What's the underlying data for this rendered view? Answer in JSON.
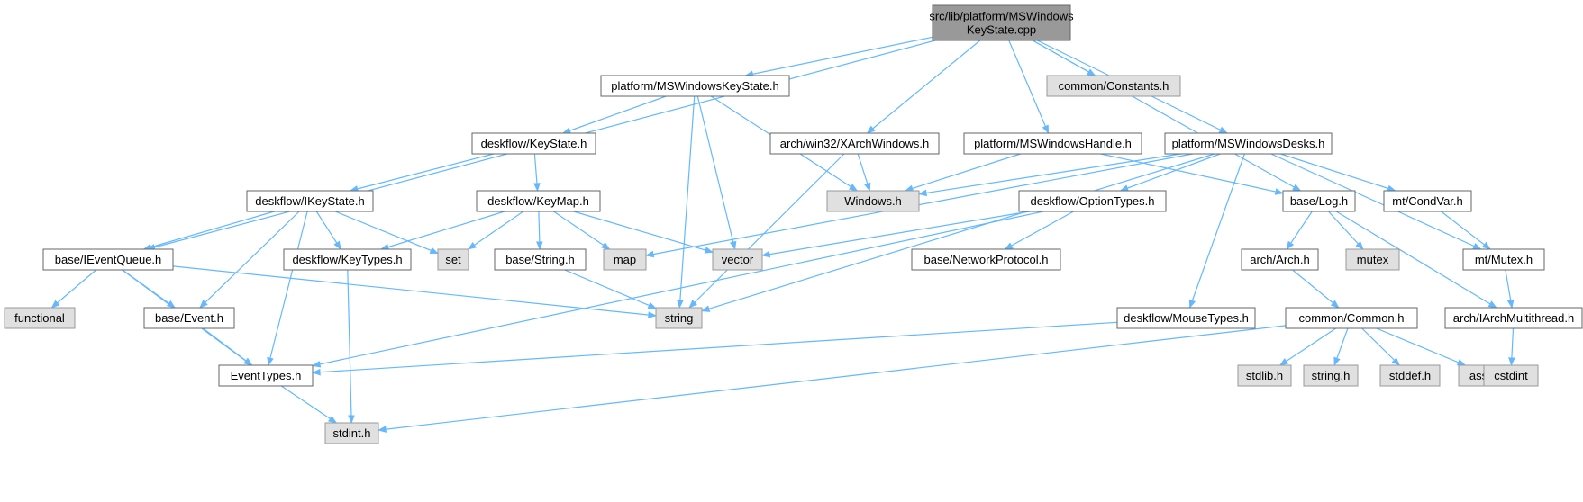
{
  "colors": {
    "root_fill": "#999999",
    "root_stroke": "#666666",
    "doc_fill": "#ffffff",
    "doc_stroke": "#666666",
    "sys_fill": "#e0e0e0",
    "sys_stroke": "#999999",
    "edge": "#63b8ff"
  },
  "nodes": {
    "root": {
      "lines": [
        "src/lib/platform/MSWindows",
        "KeyState.cpp"
      ],
      "kind": "root"
    },
    "ms_keystate_h": {
      "lines": [
        "platform/MSWindowsKeyState.h"
      ],
      "kind": "doc"
    },
    "constants_h": {
      "lines": [
        "common/Constants.h"
      ],
      "kind": "sys"
    },
    "keystate_h": {
      "lines": [
        "deskflow/KeyState.h"
      ],
      "kind": "doc"
    },
    "xarch_h": {
      "lines": [
        "arch/win32/XArchWindows.h"
      ],
      "kind": "doc"
    },
    "ms_handle_h": {
      "lines": [
        "platform/MSWindowsHandle.h"
      ],
      "kind": "doc"
    },
    "ms_desks_h": {
      "lines": [
        "platform/MSWindowsDesks.h"
      ],
      "kind": "doc"
    },
    "ikeystate_h": {
      "lines": [
        "deskflow/IKeyState.h"
      ],
      "kind": "doc"
    },
    "keymap_h": {
      "lines": [
        "deskflow/KeyMap.h"
      ],
      "kind": "doc"
    },
    "windows_h": {
      "lines": [
        "Windows.h"
      ],
      "kind": "sys"
    },
    "optiontypes_h": {
      "lines": [
        "deskflow/OptionTypes.h"
      ],
      "kind": "doc"
    },
    "log_h": {
      "lines": [
        "base/Log.h"
      ],
      "kind": "doc"
    },
    "condvar_h": {
      "lines": [
        "mt/CondVar.h"
      ],
      "kind": "doc"
    },
    "ieventqueue_h": {
      "lines": [
        "base/IEventQueue.h"
      ],
      "kind": "doc"
    },
    "keytypes_h": {
      "lines": [
        "deskflow/KeyTypes.h"
      ],
      "kind": "doc"
    },
    "set": {
      "lines": [
        "set"
      ],
      "kind": "sys"
    },
    "string_h_base": {
      "lines": [
        "base/String.h"
      ],
      "kind": "doc"
    },
    "map": {
      "lines": [
        "map"
      ],
      "kind": "sys"
    },
    "vector": {
      "lines": [
        "vector"
      ],
      "kind": "sys"
    },
    "networkprotocol_h": {
      "lines": [
        "base/NetworkProtocol.h"
      ],
      "kind": "doc"
    },
    "arch_h": {
      "lines": [
        "arch/Arch.h"
      ],
      "kind": "doc"
    },
    "mutex_sys": {
      "lines": [
        "mutex"
      ],
      "kind": "sys"
    },
    "mutex_h": {
      "lines": [
        "mt/Mutex.h"
      ],
      "kind": "doc"
    },
    "functional": {
      "lines": [
        "functional"
      ],
      "kind": "sys"
    },
    "event_h": {
      "lines": [
        "base/Event.h"
      ],
      "kind": "doc"
    },
    "string": {
      "lines": [
        "string"
      ],
      "kind": "sys"
    },
    "mousetypes_h": {
      "lines": [
        "deskflow/MouseTypes.h"
      ],
      "kind": "doc"
    },
    "common_h": {
      "lines": [
        "common/Common.h"
      ],
      "kind": "doc"
    },
    "iarchmt_h": {
      "lines": [
        "arch/IArchMultithread.h"
      ],
      "kind": "doc"
    },
    "eventtypes_h": {
      "lines": [
        "EventTypes.h"
      ],
      "kind": "doc"
    },
    "stdlib_h": {
      "lines": [
        "stdlib.h"
      ],
      "kind": "sys"
    },
    "string_c_h": {
      "lines": [
        "string.h"
      ],
      "kind": "sys"
    },
    "stddef_h": {
      "lines": [
        "stddef.h"
      ],
      "kind": "sys"
    },
    "assert_h": {
      "lines": [
        "assert.h"
      ],
      "kind": "sys"
    },
    "cstdint": {
      "lines": [
        "cstdint"
      ],
      "kind": "sys"
    },
    "stdint_h": {
      "lines": [
        "stdint.h"
      ],
      "kind": "sys"
    }
  },
  "edges": [
    [
      "root",
      "ieventqueue_h"
    ],
    [
      "root",
      "ms_keystate_h"
    ],
    [
      "root",
      "xarch_h"
    ],
    [
      "root",
      "ms_handle_h"
    ],
    [
      "root",
      "constants_h"
    ],
    [
      "root",
      "ms_desks_h"
    ],
    [
      "root",
      "log_h"
    ],
    [
      "ms_keystate_h",
      "keystate_h"
    ],
    [
      "ms_keystate_h",
      "windows_h"
    ],
    [
      "ms_keystate_h",
      "vector"
    ],
    [
      "ms_keystate_h",
      "string"
    ],
    [
      "keystate_h",
      "ikeystate_h"
    ],
    [
      "keystate_h",
      "keymap_h"
    ],
    [
      "xarch_h",
      "windows_h"
    ],
    [
      "xarch_h",
      "string"
    ],
    [
      "ms_handle_h",
      "windows_h"
    ],
    [
      "ms_handle_h",
      "log_h"
    ],
    [
      "ms_desks_h",
      "windows_h"
    ],
    [
      "ms_desks_h",
      "optiontypes_h"
    ],
    [
      "ms_desks_h",
      "condvar_h"
    ],
    [
      "ms_desks_h",
      "mutex_h"
    ],
    [
      "ms_desks_h",
      "map"
    ],
    [
      "ms_desks_h",
      "string"
    ],
    [
      "ms_desks_h",
      "mousetypes_h"
    ],
    [
      "ikeystate_h",
      "ieventqueue_h"
    ],
    [
      "ikeystate_h",
      "keytypes_h"
    ],
    [
      "ikeystate_h",
      "set"
    ],
    [
      "ikeystate_h",
      "event_h"
    ],
    [
      "ikeystate_h",
      "eventtypes_h"
    ],
    [
      "keymap_h",
      "keytypes_h"
    ],
    [
      "keymap_h",
      "set"
    ],
    [
      "keymap_h",
      "string_h_base"
    ],
    [
      "keymap_h",
      "map"
    ],
    [
      "keymap_h",
      "vector"
    ],
    [
      "optiontypes_h",
      "vector"
    ],
    [
      "optiontypes_h",
      "networkprotocol_h"
    ],
    [
      "optiontypes_h",
      "eventtypes_h"
    ],
    [
      "log_h",
      "arch_h"
    ],
    [
      "log_h",
      "mutex_sys"
    ],
    [
      "log_h",
      "iarchmt_h"
    ],
    [
      "condvar_h",
      "mutex_h"
    ],
    [
      "ieventqueue_h",
      "functional"
    ],
    [
      "ieventqueue_h",
      "event_h"
    ],
    [
      "ieventqueue_h",
      "eventtypes_h"
    ],
    [
      "ieventqueue_h",
      "string"
    ],
    [
      "keytypes_h",
      "stdint_h"
    ],
    [
      "string_h_base",
      "string"
    ],
    [
      "arch_h",
      "common_h"
    ],
    [
      "mutex_h",
      "iarchmt_h"
    ],
    [
      "event_h",
      "eventtypes_h"
    ],
    [
      "mousetypes_h",
      "eventtypes_h"
    ],
    [
      "common_h",
      "stdlib_h"
    ],
    [
      "common_h",
      "string_c_h"
    ],
    [
      "common_h",
      "stddef_h"
    ],
    [
      "common_h",
      "assert_h"
    ],
    [
      "common_h",
      "stdint_h"
    ],
    [
      "iarchmt_h",
      "cstdint"
    ],
    [
      "eventtypes_h",
      "stdint_h"
    ]
  ]
}
